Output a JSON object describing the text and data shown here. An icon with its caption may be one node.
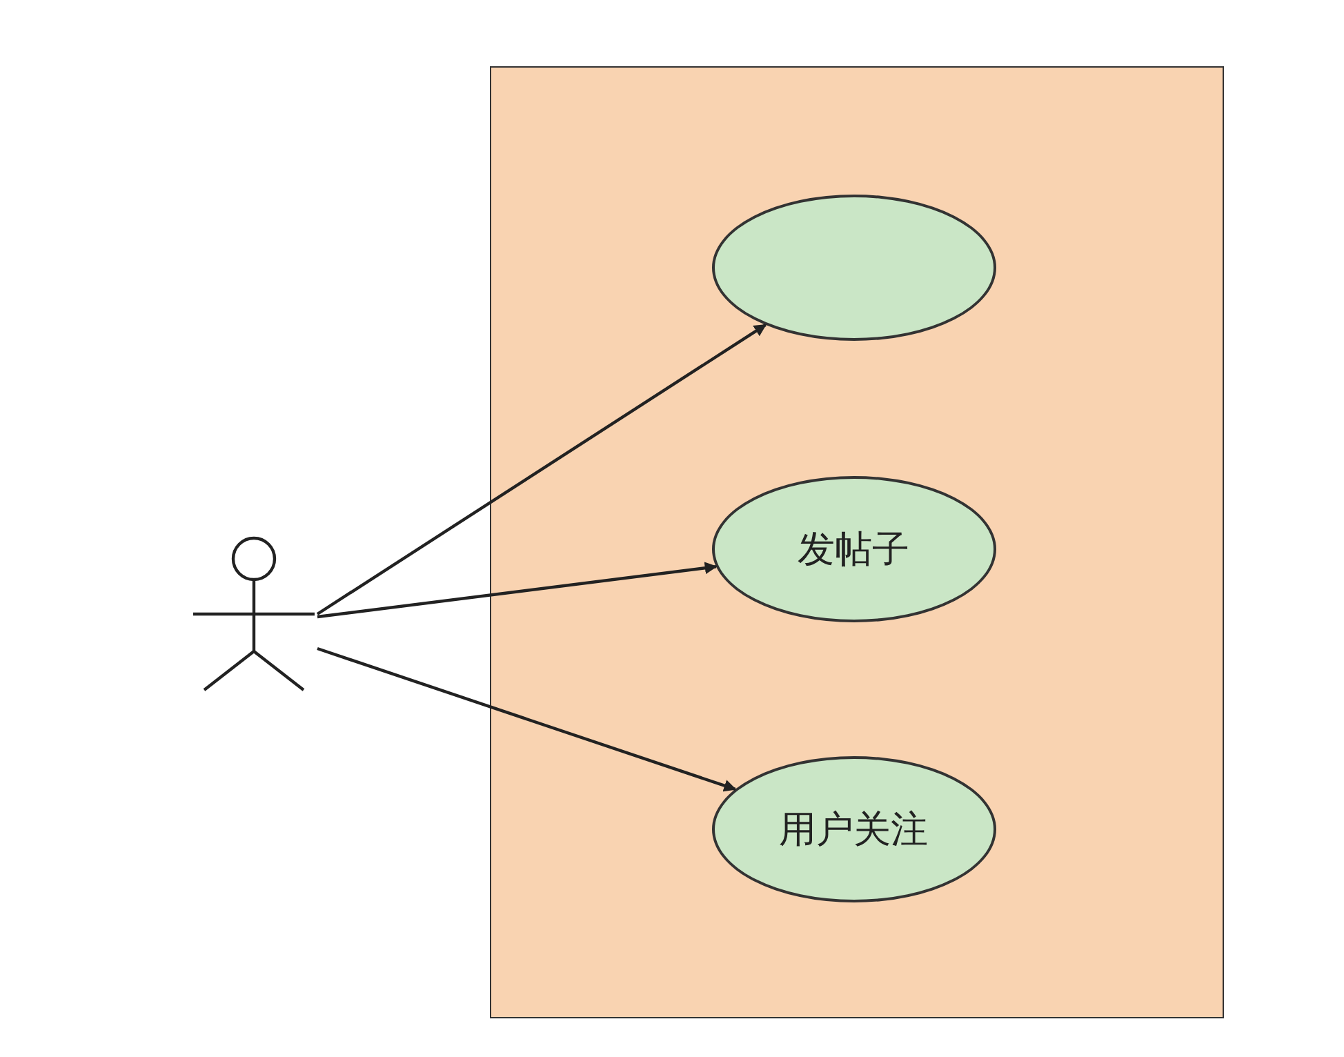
{
  "diagram": {
    "nodes": [
      {
        "text": [],
        "shape": "person"
      },
      {
        "text": [],
        "shape": "box"
      },
      {
        "text": [],
        "shape": "ellipse",
        "in": 1
      },
      {
        "text": [
          "发帖子"
        ],
        "in": 1
      },
      {
        "text": [
          "用户关注"
        ],
        "in": 1
      }
    ],
    "edges": [
      {
        "from": 0,
        "to": 2,
        "arrow": "to"
      },
      {
        "from": 0,
        "to": 3,
        "arrow": "to"
      },
      {
        "from": 0,
        "to": 4,
        "arrow": "to"
      }
    ]
  }
}
